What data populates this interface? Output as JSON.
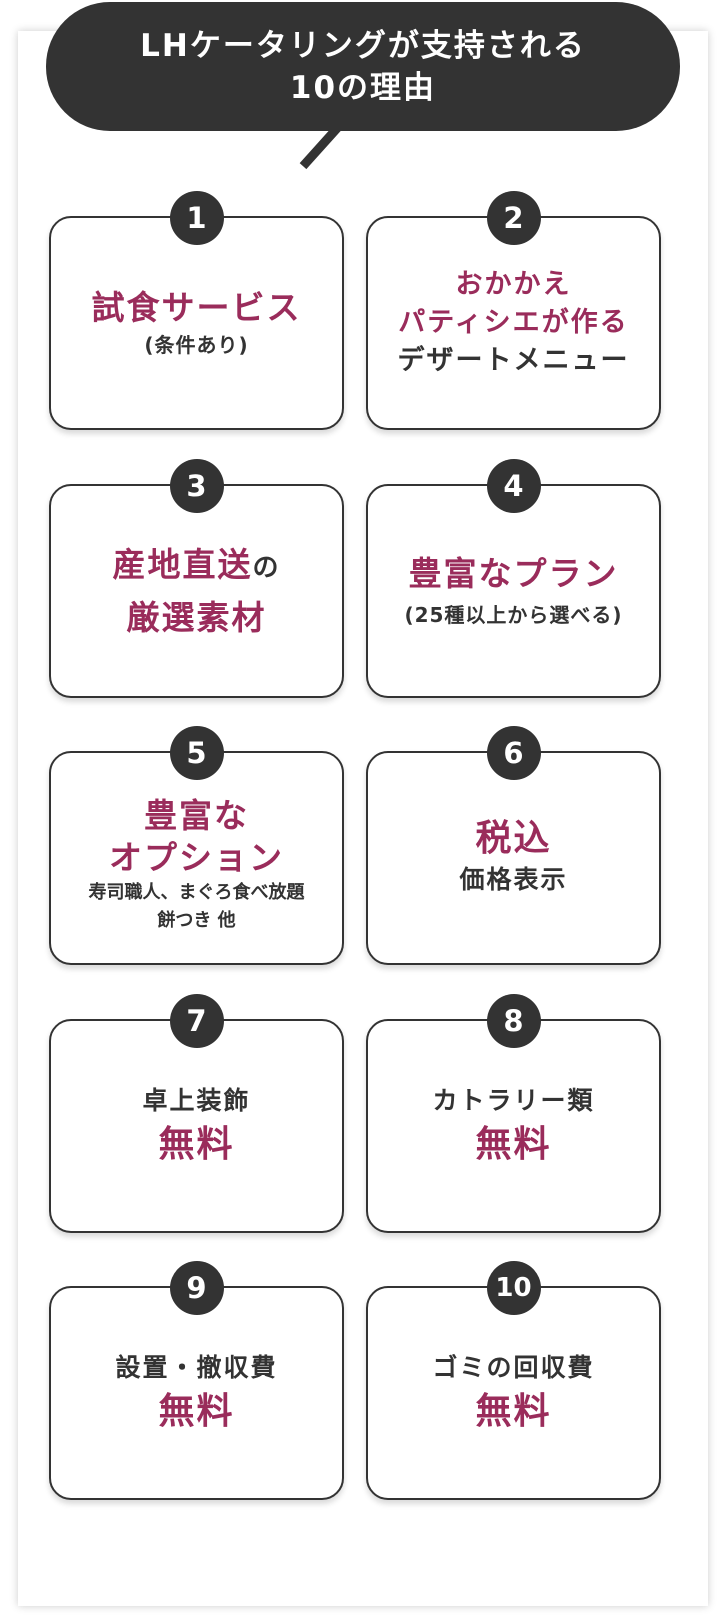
{
  "header": {
    "title_line1": "LHケータリングが支持される",
    "title_line2": "10の理由"
  },
  "reasons": [
    {
      "num": "1",
      "main": "試食サービス",
      "sub": "(条件あり)"
    },
    {
      "num": "2",
      "line1": "おかかえ",
      "line2": "パティシエが作る",
      "line3": "デザートメニュー"
    },
    {
      "num": "3",
      "line1_hl": "産地直送",
      "line1_dk": "の",
      "line2": "厳選素材"
    },
    {
      "num": "4",
      "main": "豊富なプラン",
      "sub": "(25種以上から選べる)"
    },
    {
      "num": "5",
      "line1": "豊富な",
      "line2": "オプション",
      "sub1": "寿司職人、まぐろ食べ放題",
      "sub2": "餅つき 他"
    },
    {
      "num": "6",
      "main": "税込",
      "sub": "価格表示"
    },
    {
      "num": "7",
      "label": "卓上装飾",
      "value": "無料"
    },
    {
      "num": "8",
      "label": "カトラリー類",
      "value": "無料"
    },
    {
      "num": "9",
      "label": "設置・撤収費",
      "value": "無料"
    },
    {
      "num": "10",
      "label": "ゴミの回収費",
      "value": "無料"
    }
  ],
  "colors": {
    "accent": "#9a2c5b",
    "dark": "#333333",
    "background": "#ffffff"
  }
}
